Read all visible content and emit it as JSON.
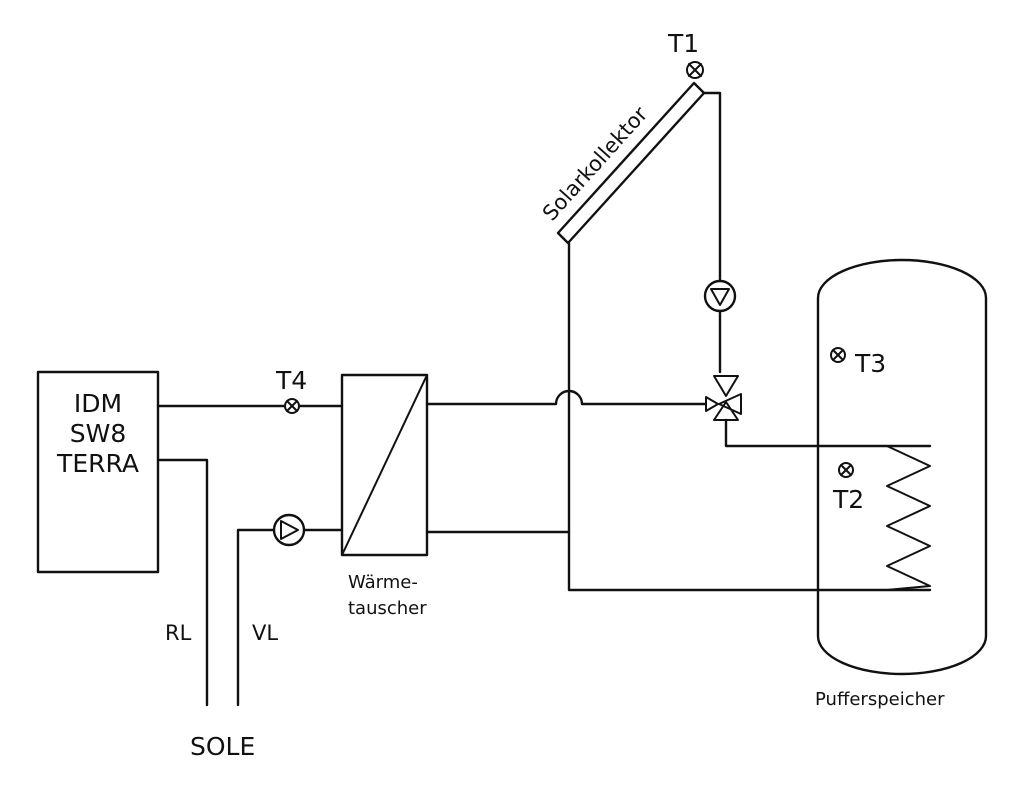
{
  "diagram": {
    "heat_pump": {
      "line1": "IDM",
      "line2": "SW8",
      "line3": "TERRA"
    },
    "collector": {
      "label": "Solarkollektor"
    },
    "heat_exchanger": {
      "line1": "Wärme-",
      "line2": "tauscher"
    },
    "storage": {
      "label": "Pufferspeicher"
    },
    "sensors": {
      "t1": "T1",
      "t2": "T2",
      "t3": "T3",
      "t4": "T4"
    },
    "brine": {
      "return": "RL",
      "flow": "VL",
      "label": "SOLE"
    }
  }
}
